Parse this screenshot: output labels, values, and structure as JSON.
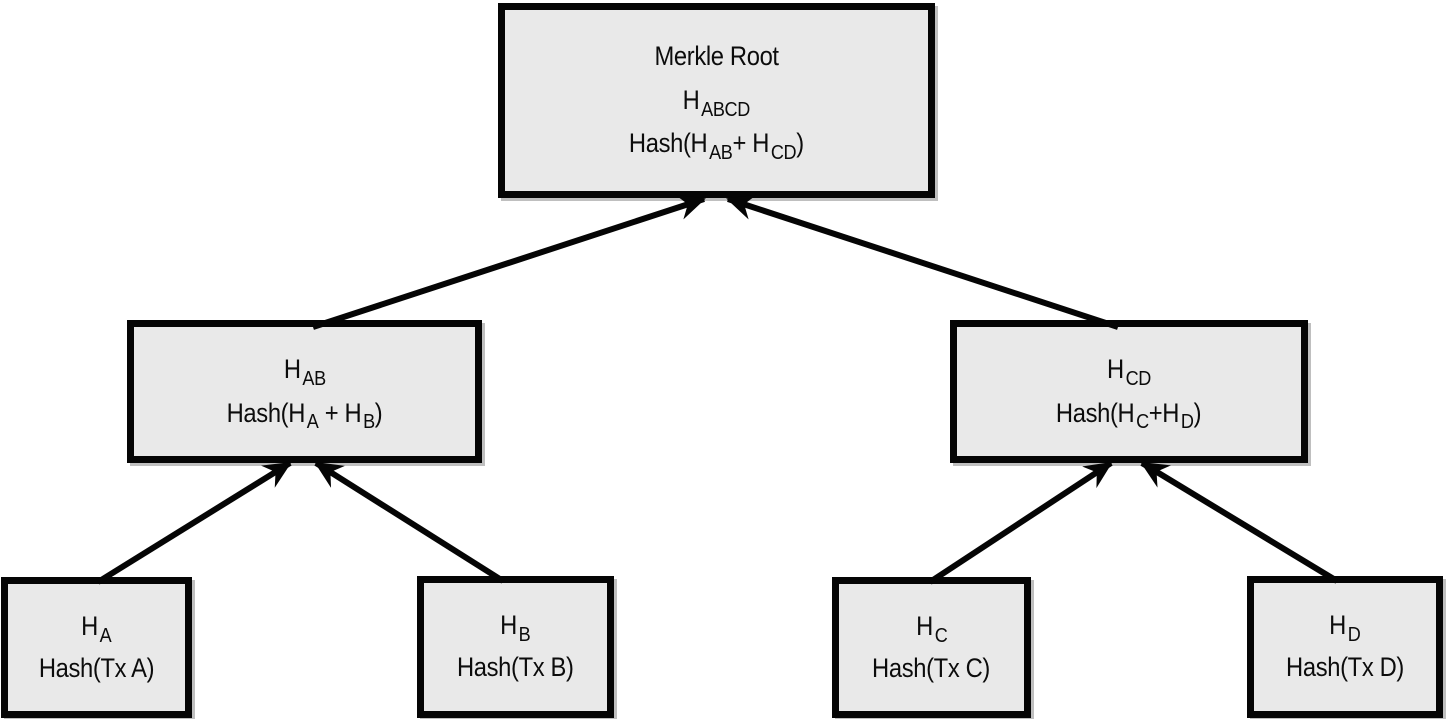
{
  "diagram": {
    "type": "merkle-tree",
    "colors": {
      "box_fill": "#e9e9e9",
      "box_border": "#050505",
      "arrow": "#050505",
      "background": "#ffffff"
    },
    "nodes": {
      "root": {
        "heading": "Merkle Root",
        "hash_base": "H",
        "hash_sub": "ABCD",
        "formula_pre": "Hash(H",
        "formula_sub1": "AB",
        "formula_mid": "+ H",
        "formula_sub2": "CD",
        "formula_post": ")"
      },
      "hab": {
        "hash_base": "H",
        "hash_sub": "AB",
        "formula_pre": "Hash(H",
        "formula_sub1": "A",
        "formula_mid": " + H",
        "formula_sub2": "B",
        "formula_post": ")"
      },
      "hcd": {
        "hash_base": "H",
        "hash_sub": "CD",
        "formula_pre": "Hash(H",
        "formula_sub1": "C",
        "formula_mid": "+H",
        "formula_sub2": "D",
        "formula_post": ")"
      },
      "ha": {
        "hash_base": "H",
        "hash_sub": "A",
        "formula": "Hash(Tx A)"
      },
      "hb": {
        "hash_base": "H",
        "hash_sub": "B",
        "formula": "Hash(Tx B)"
      },
      "hc": {
        "hash_base": "H",
        "hash_sub": "C",
        "formula": "Hash(Tx C)"
      },
      "hd": {
        "hash_base": "H",
        "hash_sub": "D",
        "formula": "Hash(Tx D)"
      }
    },
    "edges": [
      {
        "from": "hab",
        "to": "root"
      },
      {
        "from": "hcd",
        "to": "root"
      },
      {
        "from": "ha",
        "to": "hab"
      },
      {
        "from": "hb",
        "to": "hab"
      },
      {
        "from": "hc",
        "to": "hcd"
      },
      {
        "from": "hd",
        "to": "hcd"
      }
    ]
  }
}
